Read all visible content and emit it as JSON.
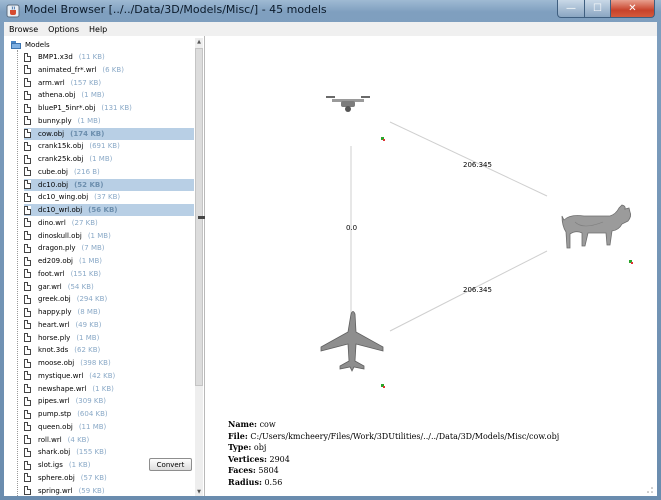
{
  "window": {
    "title": "Model Browser [../../Data/3D/Models/Misc/] - 45 models",
    "controls": {
      "minimize": "—",
      "maximize": "☐",
      "close": "✕"
    }
  },
  "menu": [
    "Browse",
    "Options",
    "Help"
  ],
  "tree": {
    "root_label": "Models",
    "files": [
      {
        "name": "BMP1.x3d",
        "size": "(11 KB)"
      },
      {
        "name": "animated_fr*.wrl",
        "size": "(6 KB)"
      },
      {
        "name": "arm.wrl",
        "size": "(157 KB)"
      },
      {
        "name": "athena.obj",
        "size": "(1 MB)"
      },
      {
        "name": "blueP1_5inr*.obj",
        "size": "(131 KB)"
      },
      {
        "name": "bunny.ply",
        "size": "(1 MB)"
      },
      {
        "name": "cow.obj",
        "size": "(174 KB)",
        "selected": true
      },
      {
        "name": "crank15k.obj",
        "size": "(691 KB)"
      },
      {
        "name": "crank25k.obj",
        "size": "(1 MB)"
      },
      {
        "name": "cube.obj",
        "size": "(216 B)"
      },
      {
        "name": "dc10.obj",
        "size": "(52 KB)",
        "selected": true
      },
      {
        "name": "dc10_wing.obj",
        "size": "(37 KB)"
      },
      {
        "name": "dc10_wrl.obj",
        "size": "(56 KB)",
        "selected": true
      },
      {
        "name": "dino.wrl",
        "size": "(27 KB)"
      },
      {
        "name": "dinoskull.obj",
        "size": "(1 MB)"
      },
      {
        "name": "dragon.ply",
        "size": "(7 MB)"
      },
      {
        "name": "ed209.obj",
        "size": "(1 MB)"
      },
      {
        "name": "foot.wrl",
        "size": "(151 KB)"
      },
      {
        "name": "gar.wrl",
        "size": "(54 KB)"
      },
      {
        "name": "greek.obj",
        "size": "(294 KB)"
      },
      {
        "name": "happy.ply",
        "size": "(8 MB)"
      },
      {
        "name": "heart.wrl",
        "size": "(49 KB)"
      },
      {
        "name": "horse.ply",
        "size": "(1 MB)"
      },
      {
        "name": "knot.3ds",
        "size": "(62 KB)"
      },
      {
        "name": "moose.obj",
        "size": "(398 KB)"
      },
      {
        "name": "mystique.wrl",
        "size": "(42 KB)"
      },
      {
        "name": "newshape.wrl",
        "size": "(1 KB)"
      },
      {
        "name": "pipes.wrl",
        "size": "(309 KB)"
      },
      {
        "name": "pump.stp",
        "size": "(604 KB)"
      },
      {
        "name": "queen.obj",
        "size": "(11 MB)"
      },
      {
        "name": "roll.wrl",
        "size": "(4 KB)"
      },
      {
        "name": "shark.obj",
        "size": "(155 KB)"
      },
      {
        "name": "slot.igs",
        "size": "(1 KB)"
      },
      {
        "name": "sphere.obj",
        "size": "(57 KB)"
      },
      {
        "name": "spring.wrl",
        "size": "(59 KB)"
      }
    ]
  },
  "convert_label": "Convert",
  "viewport": {
    "edge_labels": [
      "206.345",
      "0.0",
      "206.345"
    ],
    "models": [
      "drone",
      "cow",
      "airplane"
    ]
  },
  "info": {
    "name_label": "Name:",
    "name": "cow",
    "file_label": "File:",
    "file": "C:/Users/kmcheery/Files/Work/3DUtilities/../../Data/3D/Models/Misc/cow.obj",
    "type_label": "Type:",
    "type": "obj",
    "vertices_label": "Vertices:",
    "vertices": "2904",
    "faces_label": "Faces:",
    "faces": "5804",
    "radius_label": "Radius:",
    "radius": "0.56"
  },
  "colors": {
    "selection": "#b8cfe5",
    "size_text": "#8aa9c7",
    "titlebar": "#7f9fbf"
  }
}
